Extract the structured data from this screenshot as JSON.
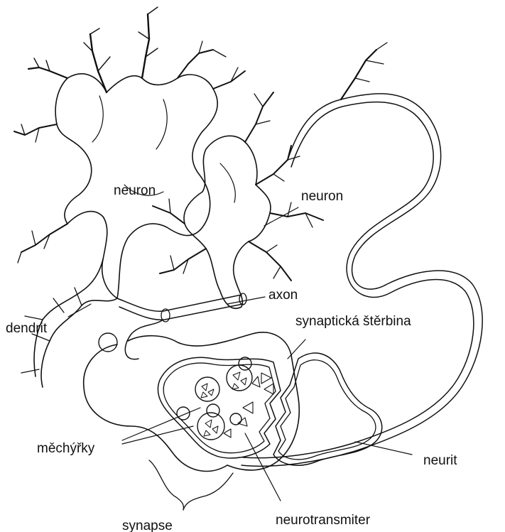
{
  "labels": {
    "neuron_a": "neuron",
    "neuron_b": "neuron",
    "axon": "axon",
    "dendrit": "dendrit",
    "synapticka_sterbina": "synaptická štěrbina",
    "mechyrky": "měchýřky",
    "neurit": "neurit",
    "neurotransmiter": "neurotransmiter",
    "synapse": "synapse"
  },
  "colors": {
    "ink": "#111111",
    "background": "#ffffff"
  }
}
